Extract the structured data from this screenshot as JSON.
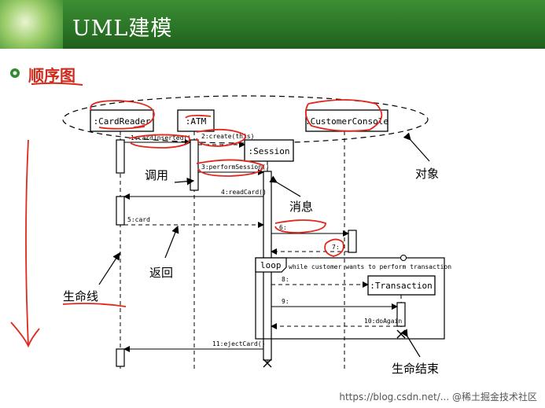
{
  "header": {
    "title": "UML建模"
  },
  "section": {
    "title": "顺序图"
  },
  "objects": {
    "card_reader": ":CardReader",
    "atm": ":ATM",
    "session": ":Session",
    "customer_console": ":CustomerConsole",
    "transaction": ":Transaction"
  },
  "messages": {
    "m1": "1:cardInserted()",
    "m2": "2:create(this)",
    "m3": "3:performSession()",
    "m4": "4:readCard()",
    "m5": "5:card",
    "m6": "6:",
    "m7": "7:",
    "m8": "8:",
    "m9": "9:",
    "m10": "10:doAgain",
    "m11": "11:ejectCard()"
  },
  "loop": {
    "label": "loop",
    "condition": "while customer wants to perform transaction"
  },
  "annotations": {
    "object": "对象",
    "call": "调用",
    "message": "消息",
    "return": "返回",
    "lifeline": "生命线",
    "end_of_life": "生命结束"
  },
  "watermark": "https://blog.csdn.net/... @稀土掘金技术社区"
}
